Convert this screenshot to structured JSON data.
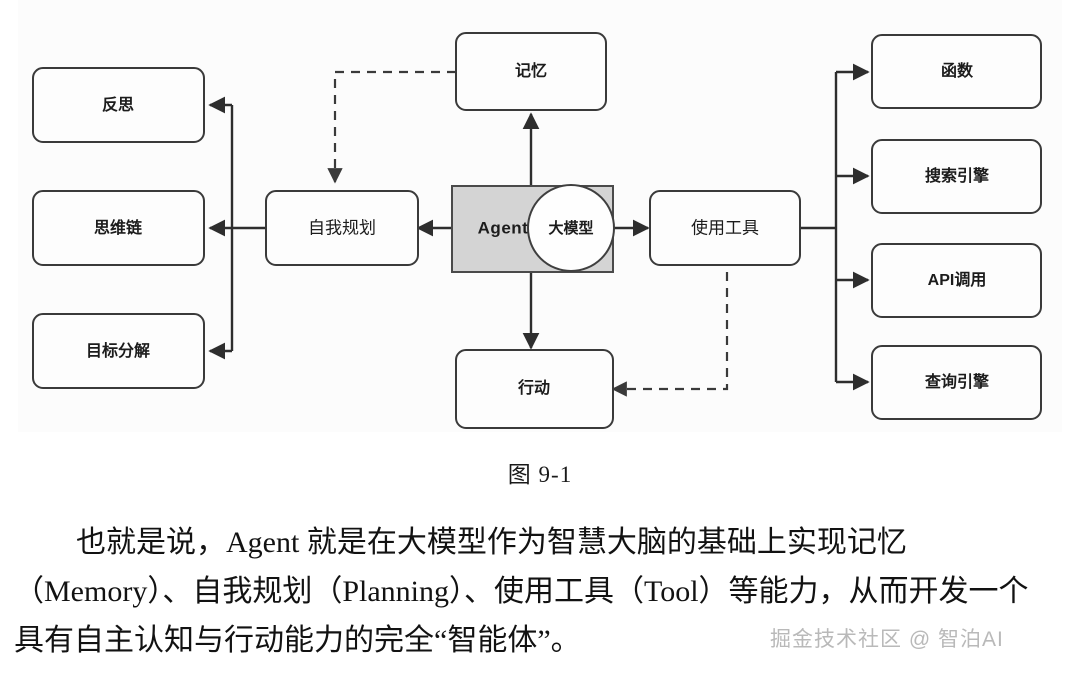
{
  "diagram": {
    "caption": "图 9-1",
    "center": {
      "outer_label": "Agent",
      "core_label": "大模型"
    },
    "top_node": {
      "label": "记忆"
    },
    "bottom_node": {
      "label": "行动"
    },
    "left_hub": {
      "label": "自我规划"
    },
    "right_hub": {
      "label": "使用工具"
    },
    "left_branches": [
      {
        "label": "反思"
      },
      {
        "label": "思维链"
      },
      {
        "label": "目标分解"
      }
    ],
    "right_branches": [
      {
        "label": "函数"
      },
      {
        "label": "搜索引擎"
      },
      {
        "label": "API调用"
      },
      {
        "label": "查询引擎"
      }
    ],
    "colors": {
      "box_fill": "#fdfdfd",
      "box_stroke": "#3a3a3a",
      "agent_fill": "#d4d4d4",
      "line": "#2e2e2e",
      "background": "#fcfcfc"
    }
  },
  "body": {
    "line1": "也就是说，Agent 就是在大模型作为智慧大脑的基础上实现记忆",
    "line2": "（Memory）、自我规划（Planning）、使用工具（Tool）等能力，从而开发一个",
    "line3": "具有自主认知与行动能力的完全“智能体”。"
  },
  "watermark": {
    "text": "掘金技术社区 @ 智泊AI"
  }
}
